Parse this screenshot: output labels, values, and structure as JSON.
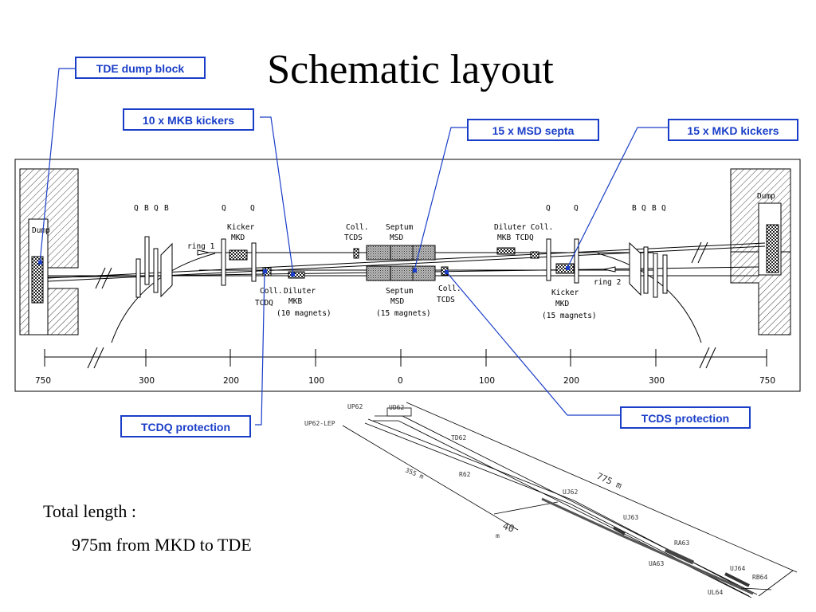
{
  "title": "Schematic layout",
  "callouts": {
    "tde": "TDE dump block",
    "mkb": "10 x MKB kickers",
    "msd": "15 x MSD septa",
    "mkd": "15 x MKD kickers",
    "tcdq": "TCDQ protection",
    "tcds": "TCDS protection"
  },
  "labels": {
    "dump_left": "Dump",
    "dump_right": "Dump",
    "q": "Q",
    "b": "B",
    "ring1": "ring 1",
    "ring2": "ring 2",
    "kicker_mkd_top_1": "Kicker",
    "kicker_mkd_top_2": "MKD",
    "coll_tcds_top_1": "Coll.",
    "coll_tcds_top_2": "TCDS",
    "septum_top_1": "Septum",
    "septum_top_2": "MSD",
    "diluter_coll_1": "Diluter Coll.",
    "diluter_coll_2": "MKB  TCDQ",
    "coll_tcdq_1": "Coll.",
    "coll_tcdq_2": "TCDQ",
    "diluter_mkb_1": "Diluter",
    "diluter_mkb_2": "MKB",
    "diluter_mkb_3": "(10 magnets)",
    "septum_bot_1": "Septum",
    "septum_bot_2": "MSD",
    "septum_bot_3": "(15 magnets)",
    "coll_tcds_bot_1": "Coll.",
    "coll_tcds_bot_2": "TCDS",
    "kicker_mkd_bot_1": "Kicker",
    "kicker_mkd_bot_2": "MKD",
    "kicker_mkd_bot_3": "(15 magnets)"
  },
  "axis_ticks": [
    "750",
    "300",
    "200",
    "100",
    "0",
    "100",
    "200",
    "300",
    "750"
  ],
  "site_labels": {
    "up62": "UP62",
    "ud62": "UD62",
    "up62lep": "UP62-LEP",
    "td62": "TD62",
    "r62": "R62",
    "dist355": "355 m",
    "dist775": "775 m",
    "uj62": "UJ62",
    "dist40": "40",
    "m": "m",
    "uj63": "UJ63",
    "ra63": "RA63",
    "ua63": "UA63",
    "uj64": "UJ64",
    "rb64": "RB64",
    "ul64": "UL64"
  },
  "text": {
    "total_length": "Total length :",
    "detail": "975m from MKD to TDE"
  },
  "colors": {
    "callout_blue": "#1a3ec8"
  }
}
